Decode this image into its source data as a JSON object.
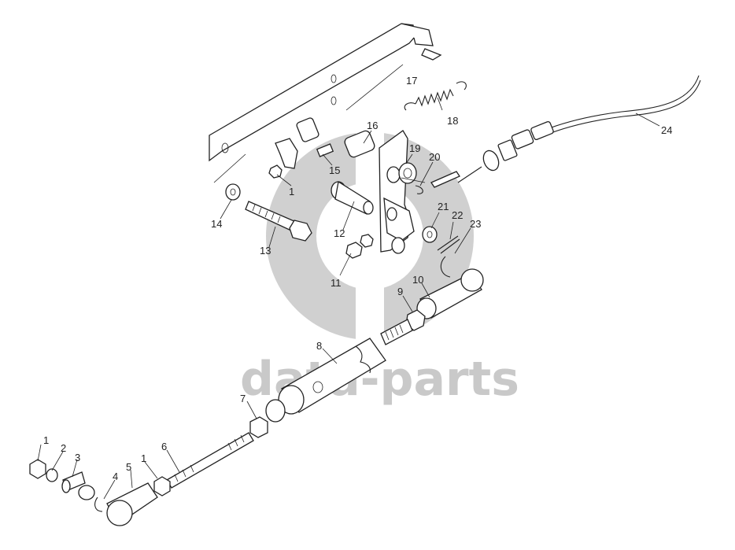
{
  "watermark": {
    "text": "data-parts",
    "color": "#c9c9c9"
  },
  "callouts": [
    {
      "id": "c1a",
      "text": "1"
    },
    {
      "id": "c2",
      "text": "2"
    },
    {
      "id": "c3",
      "text": "3"
    },
    {
      "id": "c4",
      "text": "4"
    },
    {
      "id": "c5",
      "text": "5"
    },
    {
      "id": "c1b",
      "text": "1"
    },
    {
      "id": "c6",
      "text": "6"
    },
    {
      "id": "c7",
      "text": "7"
    },
    {
      "id": "c8",
      "text": "8"
    },
    {
      "id": "c9",
      "text": "9"
    },
    {
      "id": "c10",
      "text": "10"
    },
    {
      "id": "c11",
      "text": "11"
    },
    {
      "id": "c12",
      "text": "12"
    },
    {
      "id": "c13",
      "text": "13"
    },
    {
      "id": "c14",
      "text": "14"
    },
    {
      "id": "c1c",
      "text": "1"
    },
    {
      "id": "c15",
      "text": "15"
    },
    {
      "id": "c16",
      "text": "16"
    },
    {
      "id": "c17",
      "text": "17"
    },
    {
      "id": "c18",
      "text": "18"
    },
    {
      "id": "c19",
      "text": "19"
    },
    {
      "id": "c20",
      "text": "20"
    },
    {
      "id": "c21",
      "text": "21"
    },
    {
      "id": "c22",
      "text": "22"
    },
    {
      "id": "c23",
      "text": "23"
    },
    {
      "id": "c24",
      "text": "24"
    }
  ]
}
